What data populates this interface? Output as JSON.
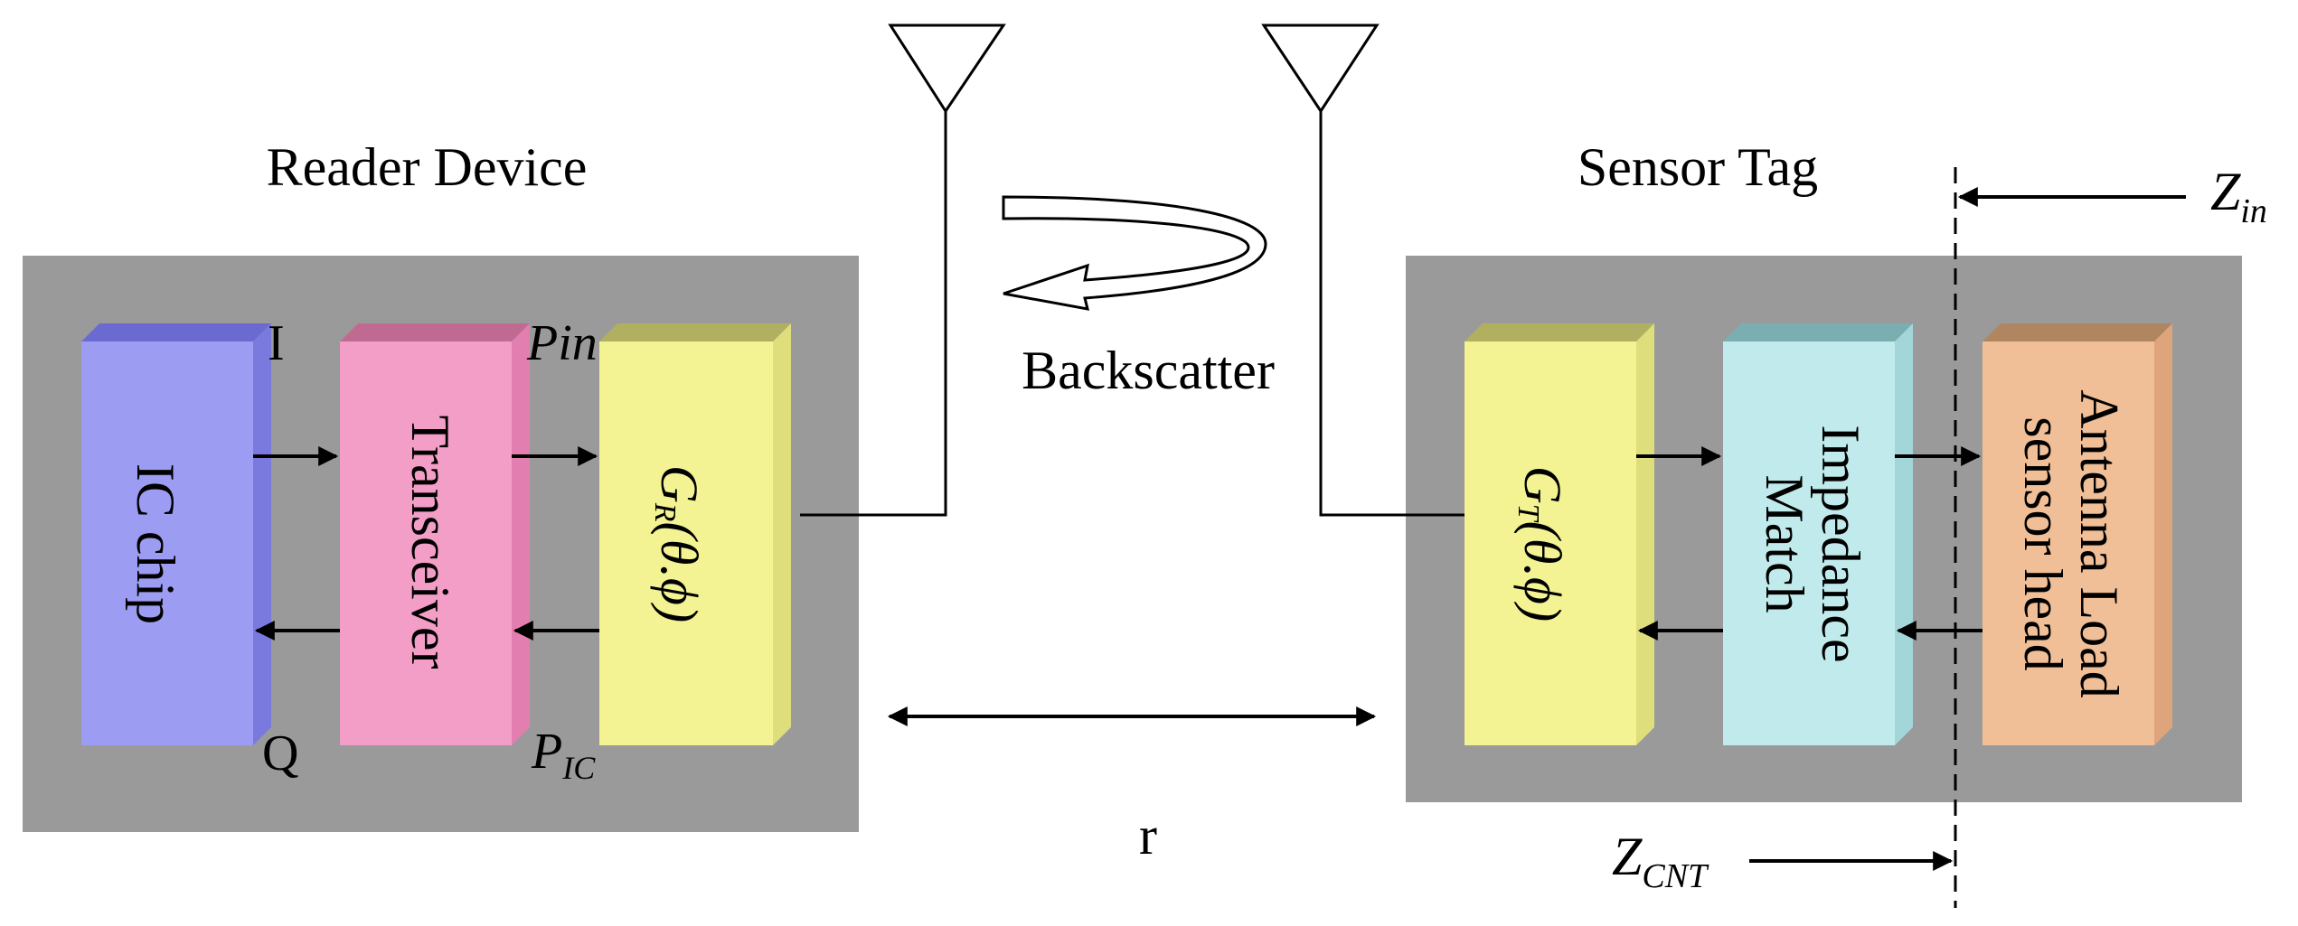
{
  "reader": {
    "title": "Reader Device",
    "blocks": {
      "ic_chip": "IC chip",
      "transceiver": "Transceiver",
      "gain": {
        "symbol": "G",
        "subscript": "R",
        "args": "(θ.ϕ)"
      }
    },
    "signals": {
      "i": "I",
      "q": "Q",
      "pin": "Pin",
      "pic": {
        "symbol": "P",
        "subscript": "IC"
      }
    }
  },
  "tag": {
    "title": "Sensor Tag",
    "blocks": {
      "gain": {
        "symbol": "G",
        "subscript": "T",
        "args": "(θ.ϕ)"
      },
      "impedance_match": [
        "Impedance",
        "Match"
      ],
      "antenna_load": [
        "Antenna Load",
        "sensor head"
      ]
    },
    "zin": {
      "symbol": "Z",
      "subscript": "in"
    },
    "zcnt": {
      "symbol": "Z",
      "subscript": "CNT"
    }
  },
  "channel": {
    "backscatter": "Backscatter",
    "distance": "r"
  },
  "colors": {
    "panel": "#9a9a9a",
    "ic_chip": "#9c9cf2",
    "transceiver": "#f39ec6",
    "gain": "#f3f393",
    "impedance_match": "#c0eaeb",
    "antenna_load": "#f0bf97"
  }
}
